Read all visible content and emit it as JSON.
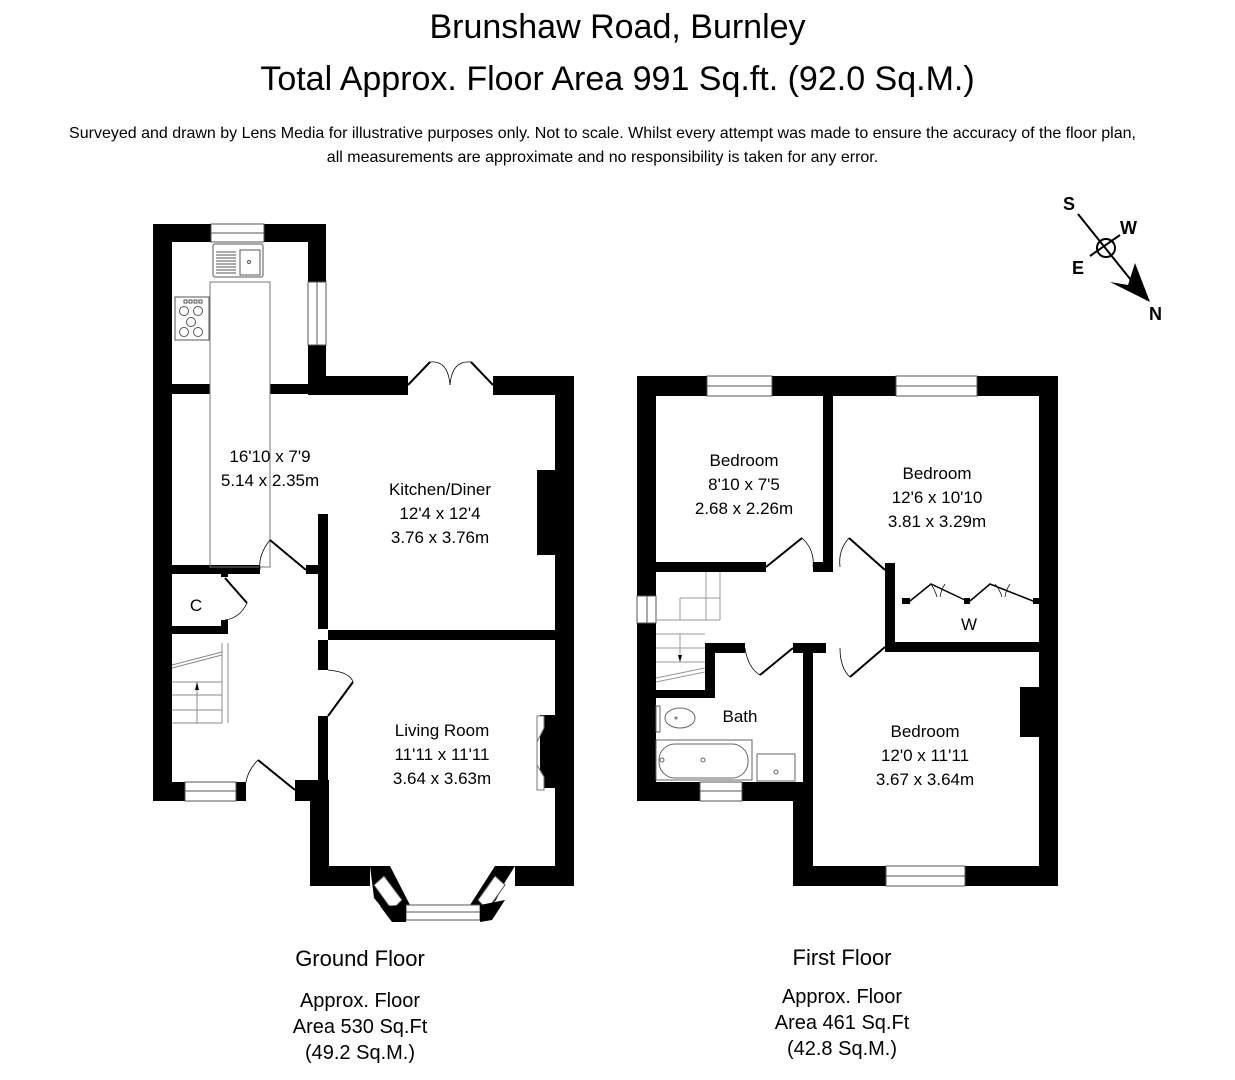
{
  "header": {
    "title": "Brunshaw Road, Burnley",
    "total_area": "Total Approx. Floor Area 991 Sq.ft. (92.0 Sq.M.)",
    "disclaimer_line1": "Surveyed and drawn by Lens Media for illustrative purposes only. Not to scale. Whilst every attempt was made to ensure the accuracy of the floor plan,",
    "disclaimer_line2": "all measurements are approximate and no responsibility is taken for any error."
  },
  "compass": {
    "n": "N",
    "s": "S",
    "e": "E",
    "w": "W"
  },
  "ground_floor": {
    "label": "Ground Floor",
    "area_line1": "Approx. Floor",
    "area_line2": "Area 530 Sq.Ft",
    "area_line3": "(49.2 Sq.M.)",
    "rooms": {
      "kitchen_extension": {
        "imperial": "16'10 x 7'9",
        "metric": "5.14 x 2.35m"
      },
      "kitchen_diner": {
        "name": "Kitchen/Diner",
        "imperial": "12'4 x 12'4",
        "metric": "3.76 x 3.76m"
      },
      "cupboard": {
        "name": "C"
      },
      "living_room": {
        "name": "Living Room",
        "imperial": "11'11 x 11'11",
        "metric": "3.64 x 3.63m"
      }
    }
  },
  "first_floor": {
    "label": "First Floor",
    "area_line1": "Approx. Floor",
    "area_line2": "Area 461 Sq.Ft",
    "area_line3": "(42.8 Sq.M.)",
    "rooms": {
      "bedroom_small": {
        "name": "Bedroom",
        "imperial": "8'10 x 7'5",
        "metric": "2.68 x 2.26m"
      },
      "bedroom_rear": {
        "name": "Bedroom",
        "imperial": "12'6 x 10'10",
        "metric": "3.81 x 3.29m"
      },
      "wardrobe": {
        "name": "W"
      },
      "bath": {
        "name": "Bath"
      },
      "bedroom_front": {
        "name": "Bedroom",
        "imperial": "12'0 x 11'11",
        "metric": "3.67 x 3.64m"
      }
    }
  }
}
